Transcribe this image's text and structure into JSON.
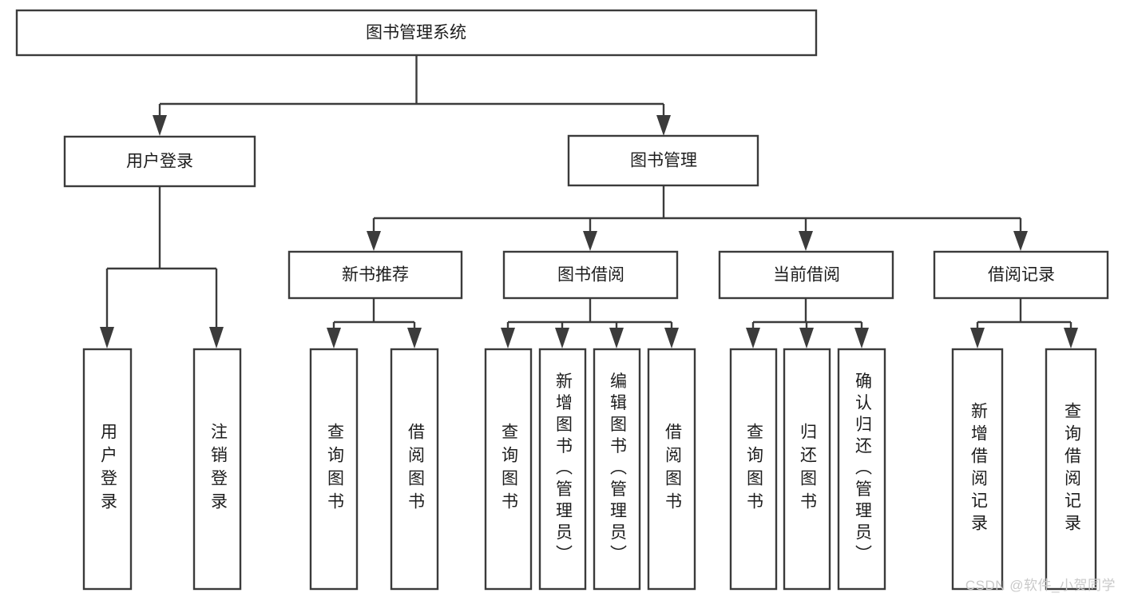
{
  "diagram": {
    "type": "tree",
    "title": "图书管理系统",
    "watermark": "CSDN @软件_小贺同学",
    "colors": {
      "stroke": "#3b3b3b",
      "fill": "#ffffff",
      "text": "#1d1d1d",
      "watermark": "#c9c9c9"
    },
    "root": {
      "id": "root",
      "label": "图书管理系统",
      "orientation": "horizontal"
    },
    "level2": [
      {
        "id": "user-login",
        "label": "用户登录",
        "orientation": "horizontal"
      },
      {
        "id": "book-manage",
        "label": "图书管理",
        "orientation": "horizontal"
      }
    ],
    "level3": [
      {
        "id": "new-book-recommend",
        "label": "新书推荐",
        "orientation": "horizontal",
        "parent": "book-manage"
      },
      {
        "id": "book-borrow",
        "label": "图书借阅",
        "orientation": "horizontal",
        "parent": "book-manage"
      },
      {
        "id": "current-borrow",
        "label": "当前借阅",
        "orientation": "horizontal",
        "parent": "book-manage"
      },
      {
        "id": "borrow-record",
        "label": "借阅记录",
        "orientation": "horizontal",
        "parent": "book-manage"
      }
    ],
    "leaves": [
      {
        "id": "leaf-user-login",
        "label": "用户登录",
        "orientation": "vertical",
        "parent": "user-login"
      },
      {
        "id": "leaf-user-logout",
        "label": "注销登录",
        "orientation": "vertical",
        "parent": "user-login"
      },
      {
        "id": "leaf-query-book-1",
        "label": "查询图书",
        "orientation": "vertical",
        "parent": "new-book-recommend"
      },
      {
        "id": "leaf-borrow-book-1",
        "label": "借阅图书",
        "orientation": "vertical",
        "parent": "new-book-recommend"
      },
      {
        "id": "leaf-query-book-2",
        "label": "查询图书",
        "orientation": "vertical",
        "parent": "book-borrow"
      },
      {
        "id": "leaf-add-book",
        "label": "新增图书（管理员）",
        "orientation": "vertical",
        "parent": "book-borrow"
      },
      {
        "id": "leaf-edit-book",
        "label": "编辑图书（管理员）",
        "orientation": "vertical",
        "parent": "book-borrow"
      },
      {
        "id": "leaf-borrow-book-2",
        "label": "借阅图书",
        "orientation": "vertical",
        "parent": "book-borrow"
      },
      {
        "id": "leaf-query-book-3",
        "label": "查询图书",
        "orientation": "vertical",
        "parent": "current-borrow"
      },
      {
        "id": "leaf-return-book",
        "label": "归还图书",
        "orientation": "vertical",
        "parent": "current-borrow"
      },
      {
        "id": "leaf-confirm-return",
        "label": "确认归还（管理员）",
        "orientation": "vertical",
        "parent": "current-borrow"
      },
      {
        "id": "leaf-add-record",
        "label": "新增借阅记录",
        "orientation": "vertical",
        "parent": "borrow-record"
      },
      {
        "id": "leaf-query-record",
        "label": "查询借阅记录",
        "orientation": "vertical",
        "parent": "borrow-record"
      }
    ]
  }
}
